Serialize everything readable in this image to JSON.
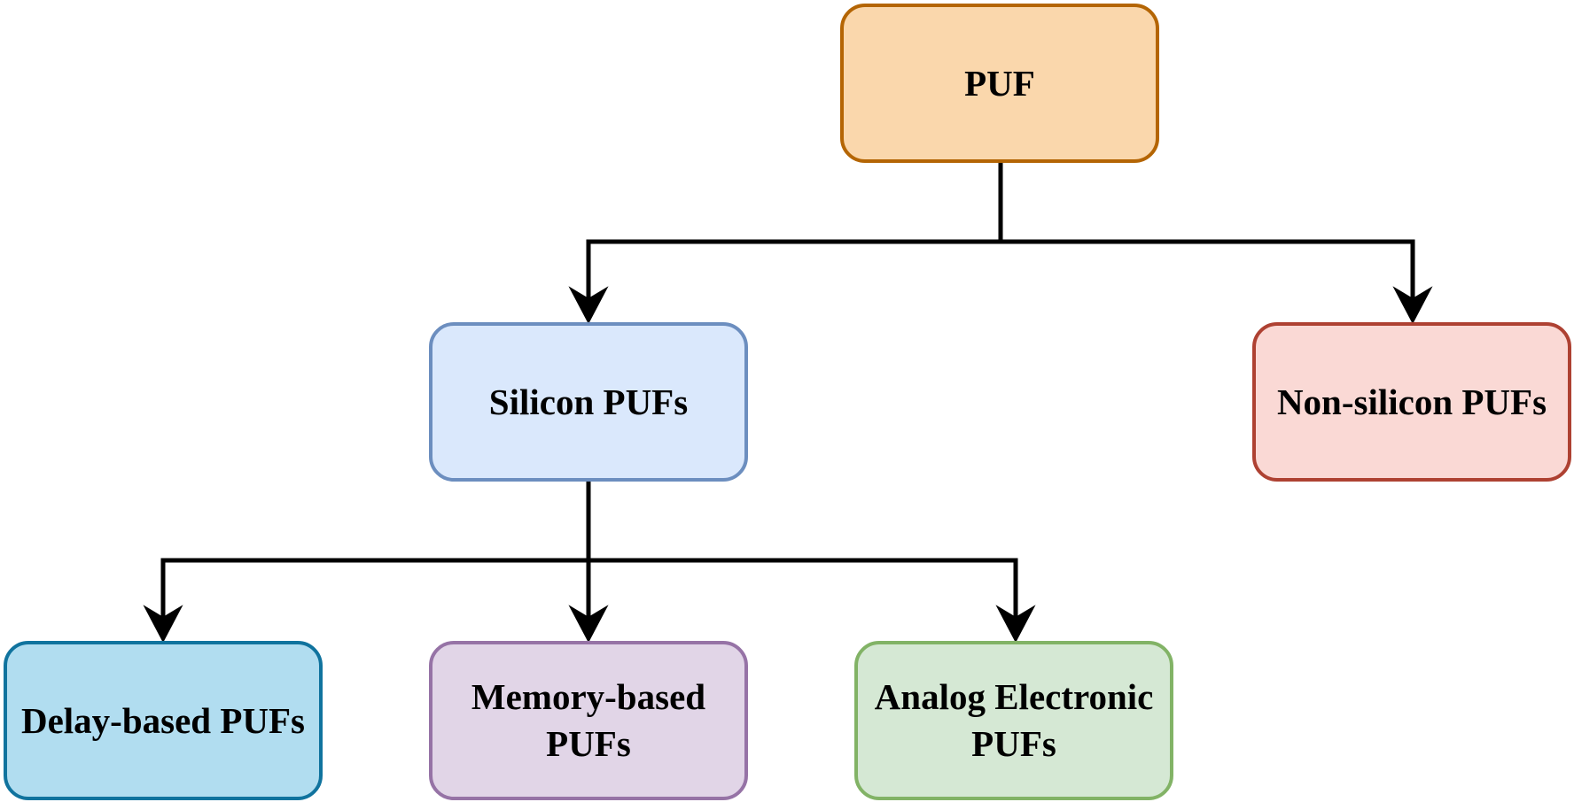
{
  "diagram": {
    "type": "tree",
    "nodes": [
      {
        "id": "puf",
        "label": "PUF",
        "fill": "#fad7ac",
        "stroke": "#b46504"
      },
      {
        "id": "silicon",
        "label": "Silicon PUFs",
        "fill": "#dae8fc",
        "stroke": "#6c8ebf"
      },
      {
        "id": "nonsilicon",
        "label": "Non-silicon PUFs",
        "fill": "#fad9d5",
        "stroke": "#ae4132"
      },
      {
        "id": "delay",
        "label": "Delay-based PUFs",
        "fill": "#b1ddf0",
        "stroke": "#10739e"
      },
      {
        "id": "memory",
        "label": "Memory-based\nPUFs",
        "fill": "#e1d5e7",
        "stroke": "#9673a6"
      },
      {
        "id": "analog",
        "label": "Analog Electronic\nPUFs",
        "fill": "#d5e8d4",
        "stroke": "#82b366"
      }
    ],
    "edges": [
      {
        "from": "puf",
        "to": "silicon"
      },
      {
        "from": "puf",
        "to": "nonsilicon"
      },
      {
        "from": "silicon",
        "to": "delay"
      },
      {
        "from": "silicon",
        "to": "memory"
      },
      {
        "from": "silicon",
        "to": "analog"
      }
    ],
    "edge_color": "#000000"
  }
}
